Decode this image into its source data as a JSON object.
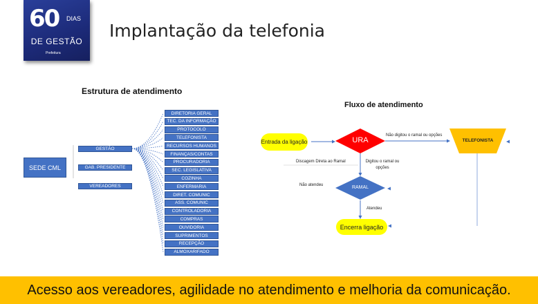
{
  "header": {
    "title": "Implantação da telefonia",
    "logo": {
      "number": "60",
      "dias": "DIAS",
      "text": "DE GESTÃO",
      "small": "Prefeitura"
    }
  },
  "org": {
    "title": "Estrutura de atendimento",
    "root": "SEDE CML",
    "level1": [
      "GESTÃO",
      "GAB. PRESIDENTE",
      "VEREADORES"
    ],
    "departments": [
      "DIRETORIA GERAL",
      "TEC. DA INFORMAÇÃO",
      "PROTOCOLO",
      "TELEFONISTA",
      "RECURSOS HUMANOS",
      "FINANÇAS/CONTAS",
      "PROCURADORIA",
      "SEC. LEGISLATIVA",
      "COZINHA",
      "ENFERMARIA",
      "DIRET. COMUNIC",
      "ASS. COMUNIC",
      "CONTROLADORIA",
      "COMPRAS",
      "OUVIDORIA",
      "SUPRIMENTOS",
      "RECEPÇÃO",
      "ALMOXARIFADO"
    ]
  },
  "flow": {
    "title": "Fluxo de atendimento",
    "entrada": "Entrada da ligação",
    "ura": "URA",
    "telefonista": "TELEFONISTA",
    "ramal": "RAMAL",
    "encerra": "Encerra ligação",
    "labels": {
      "nao_digitou": "Não digitou o ramal ou opções",
      "discagem": "Discagem Direta ao Ramal",
      "digitou": "Digitou o ramal ou opções",
      "nao_atendeu": "Não atendeu",
      "atendeu": "Atendeu"
    },
    "colors": {
      "ura": "#ff0000",
      "ramal": "#4472c4",
      "telefonista": "#ffc000",
      "ellipse": "#ffff00"
    }
  },
  "footer": {
    "text": "Acesso aos vereadores, agilidade no atendimento e melhoria da comunicação."
  }
}
